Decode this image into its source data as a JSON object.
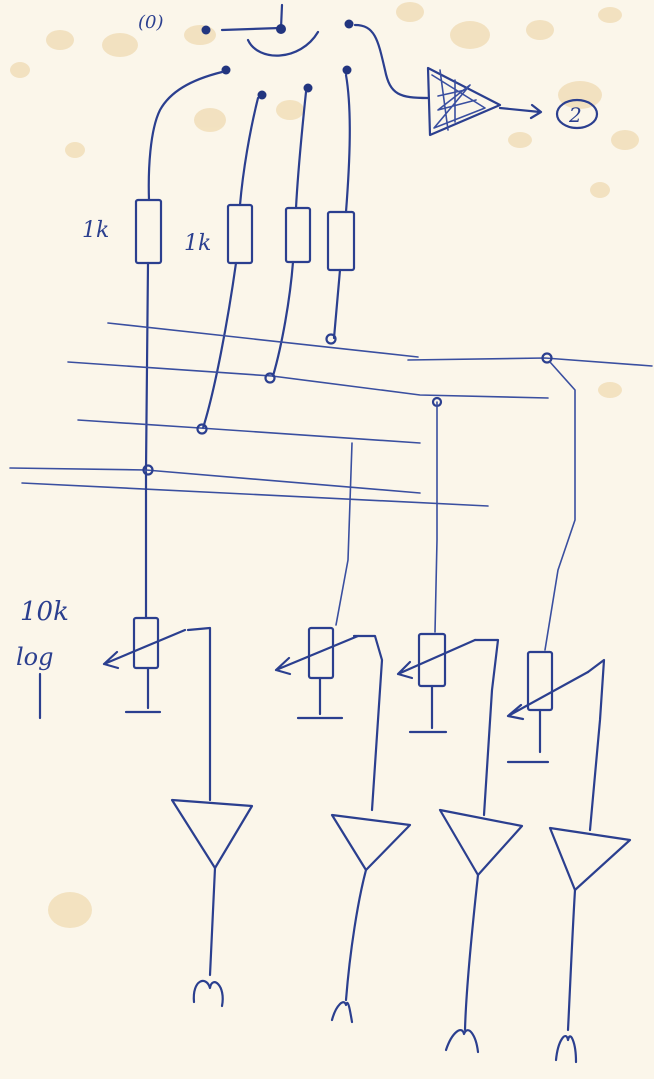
{
  "labels": {
    "switch_position": "(0)",
    "output_ref": "2",
    "resistor_1": "1k",
    "resistor_2": "1k",
    "pot_value": "10k",
    "pot_taper": "log"
  },
  "colors": {
    "paper": "#fbf6ea",
    "ink": "#2b3f8f",
    "stain": "#e8c98f"
  }
}
